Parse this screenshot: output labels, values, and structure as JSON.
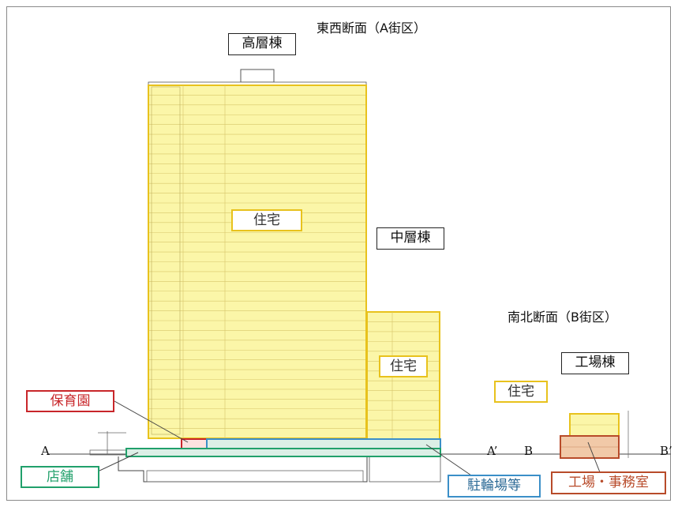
{
  "titles": {
    "east_west": "東西断面（A街区）",
    "north_south": "南北断面（B街区）"
  },
  "buildings": {
    "high_rise": "高層棟",
    "mid_rise": "中層棟",
    "factory": "工場棟"
  },
  "uses": {
    "housing_high": "住宅",
    "housing_mid": "住宅",
    "housing_factory": "住宅",
    "nursery": "保育園",
    "shop": "店舗",
    "bicycle": "駐輪場等",
    "factory_office": "工場・事務室"
  },
  "section_marks": {
    "a": "A",
    "a_prime": "A’",
    "b": "B",
    "b_prime": "B’"
  },
  "colors": {
    "housing": "#fbf6a8",
    "housing_line": "#e8c21d",
    "shop": "#21a06b",
    "bicycle": "#3b8fc8",
    "nursery": "#c8262a",
    "factory": "#f1c9a8",
    "factory_line": "#b84b2a"
  }
}
